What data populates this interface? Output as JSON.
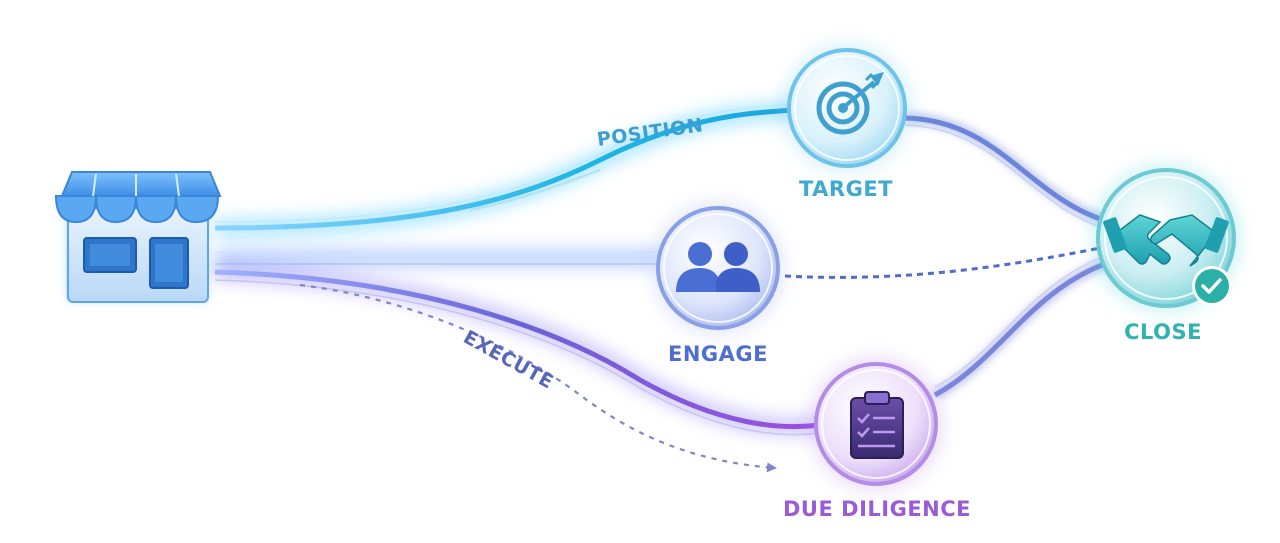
{
  "colors": {
    "target": "#3fa9cf",
    "engage": "#4f6fcf",
    "due_diligence": "#9b5bd6",
    "close": "#2fb2b0",
    "position": "#3b9fd2",
    "execute": "#5566bb",
    "store": "#4f9ee8",
    "check": "#2ab0a6"
  },
  "icons": {
    "store": "storefront-icon",
    "target": "target-arrow-icon",
    "engage": "people-icon",
    "due_diligence": "clipboard-checklist-icon",
    "close": "handshake-icon",
    "check": "checkmark-badge-icon"
  },
  "nodes": {
    "target": {
      "label": "TARGET"
    },
    "engage": {
      "label": "ENGAGE"
    },
    "due_diligence": {
      "label": "DUE DILIGENCE"
    },
    "close": {
      "label": "CLOSE"
    }
  },
  "paths": {
    "position": {
      "label": "POSITION"
    },
    "execute": {
      "label": "EXECUTE"
    }
  }
}
